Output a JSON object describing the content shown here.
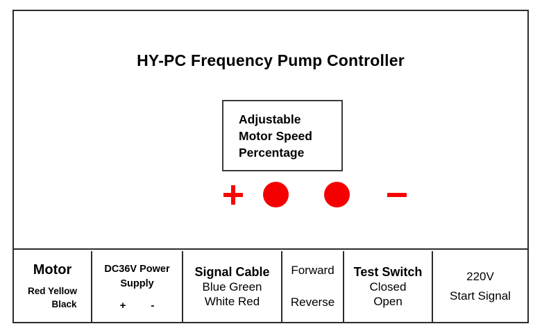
{
  "device": {
    "title": "HY-PC Frequency Pump Controller"
  },
  "display": {
    "line1": "Adjustable",
    "line2": "Motor Speed",
    "line3": "Percentage"
  },
  "controls": {
    "increase_label": "+",
    "decrease_label": "−",
    "led_left_color": "#f40000",
    "led_right_color": "#f40000",
    "sign_color": "#fa0000"
  },
  "terminals": [
    {
      "key": "motor",
      "heading": "Motor",
      "wires_line1": "Red  Yellow",
      "wires_line2": "Black"
    },
    {
      "key": "power",
      "heading_line1": "DC36V Power",
      "heading_line2": "Supply",
      "polarity_plus": "+",
      "polarity_minus": "-"
    },
    {
      "key": "signal",
      "heading": "Signal Cable",
      "sub_line1": "Blue Green",
      "sub_line2": "White Red"
    },
    {
      "key": "direction",
      "forward": "Forward",
      "reverse": "Reverse"
    },
    {
      "key": "test-switch",
      "heading": "Test Switch",
      "sub_line1": "Closed",
      "sub_line2": "Open"
    },
    {
      "key": "start-signal",
      "sub_line1": "220V",
      "sub_line2": "Start Signal"
    }
  ]
}
